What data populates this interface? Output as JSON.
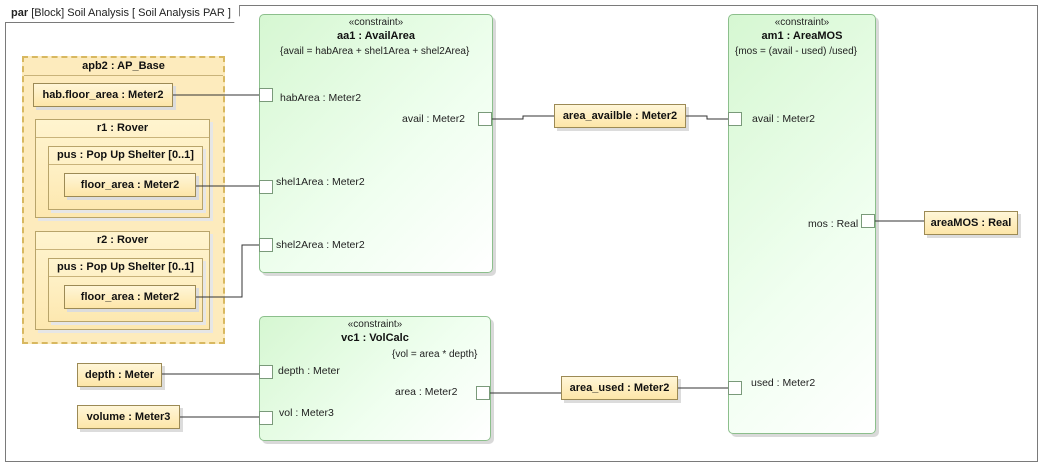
{
  "frame": {
    "keyword": "par",
    "label": "[Block] Soil Analysis [ Soil Analysis PAR ]"
  },
  "parts": {
    "apb2": "apb2 : AP_Base",
    "hab_floor_area": "hab.floor_area : Meter2",
    "r1": "r1 : Rover",
    "r1_pus": "pus : Pop Up Shelter [0..1]",
    "r1_floor_area": "floor_area : Meter2",
    "r2": "r2 : Rover",
    "r2_pus": "pus : Pop Up Shelter [0..1]",
    "r2_floor_area": "floor_area : Meter2",
    "depth": "depth : Meter",
    "volume": "volume : Meter3",
    "area_availble": "area_availble : Meter2",
    "area_used": "area_used : Meter2",
    "areaMOS": "areaMOS : Real"
  },
  "constraints": {
    "aa1": {
      "stereotype": "«constraint»",
      "name": "aa1 : AvailArea",
      "expression": "{avail = habArea + shel1Area + shel2Area}",
      "ports": {
        "habArea": "habArea : Meter2",
        "shel1Area": "shel1Area : Meter2",
        "shel2Area": "shel2Area : Meter2",
        "avail": "avail : Meter2"
      }
    },
    "vc1": {
      "stereotype": "«constraint»",
      "name": "vc1 : VolCalc",
      "expression": "{vol = area * depth}",
      "ports": {
        "depth": "depth : Meter",
        "vol": "vol : Meter3",
        "area": "area : Meter2"
      }
    },
    "am1": {
      "stereotype": "«constraint»",
      "name": "am1 : AreaMOS",
      "expression": "{mos = (avail - used) /used}",
      "ports": {
        "avail": "avail : Meter2",
        "mos": "mos : Real",
        "used": "used : Meter2"
      }
    }
  },
  "style": {
    "constraint_fill": "#d6f7d2",
    "part_fill": "#fde8b0",
    "border": "#7a7a7a"
  }
}
